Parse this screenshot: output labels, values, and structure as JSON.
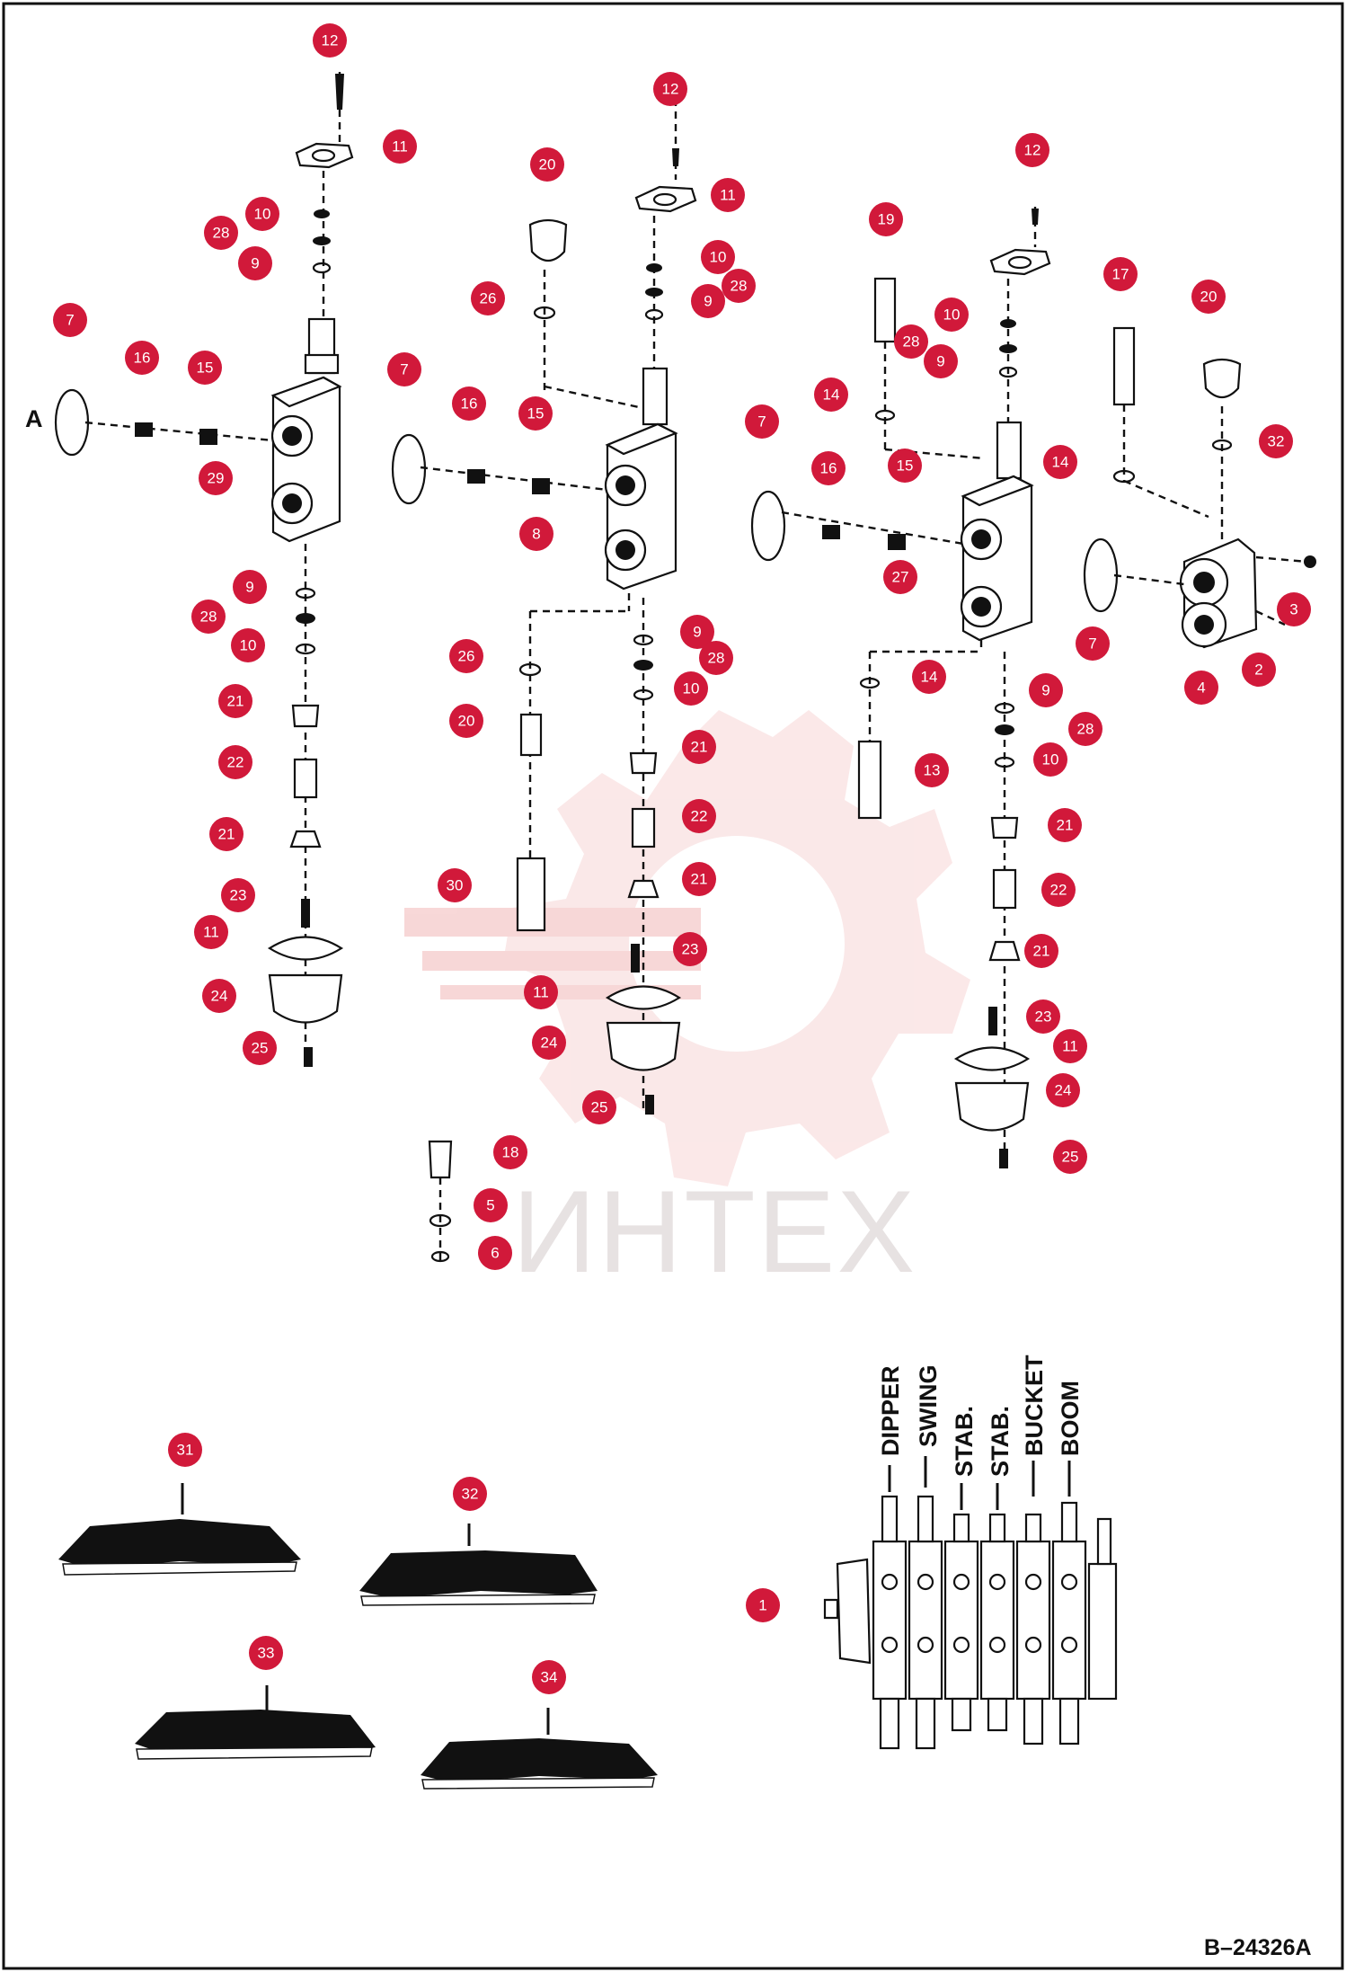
{
  "document_id": "B–24326A",
  "watermark": "ИНТЕХ",
  "view_label": "A",
  "functions": [
    "DIPPER",
    "SWING",
    "STAB.",
    "STAB.",
    "BUCKET",
    "BOOM"
  ],
  "callouts": [
    {
      "n": "12"
    },
    {
      "n": "11"
    },
    {
      "n": "10"
    },
    {
      "n": "28"
    },
    {
      "n": "9"
    },
    {
      "n": "7"
    },
    {
      "n": "16"
    },
    {
      "n": "15"
    },
    {
      "n": "29"
    },
    {
      "n": "9"
    },
    {
      "n": "28"
    },
    {
      "n": "10"
    },
    {
      "n": "21"
    },
    {
      "n": "22"
    },
    {
      "n": "21"
    },
    {
      "n": "23"
    },
    {
      "n": "11"
    },
    {
      "n": "24"
    },
    {
      "n": "25"
    },
    {
      "n": "20"
    },
    {
      "n": "26"
    },
    {
      "n": "12"
    },
    {
      "n": "11"
    },
    {
      "n": "10"
    },
    {
      "n": "28"
    },
    {
      "n": "9"
    },
    {
      "n": "7"
    },
    {
      "n": "16"
    },
    {
      "n": "15"
    },
    {
      "n": "8"
    },
    {
      "n": "26"
    },
    {
      "n": "20"
    },
    {
      "n": "30"
    },
    {
      "n": "9"
    },
    {
      "n": "28"
    },
    {
      "n": "10"
    },
    {
      "n": "21"
    },
    {
      "n": "22"
    },
    {
      "n": "21"
    },
    {
      "n": "23"
    },
    {
      "n": "11"
    },
    {
      "n": "24"
    },
    {
      "n": "25"
    },
    {
      "n": "18"
    },
    {
      "n": "5"
    },
    {
      "n": "6"
    },
    {
      "n": "19"
    },
    {
      "n": "12"
    },
    {
      "n": "10"
    },
    {
      "n": "28"
    },
    {
      "n": "9"
    },
    {
      "n": "14"
    },
    {
      "n": "7"
    },
    {
      "n": "16"
    },
    {
      "n": "15"
    },
    {
      "n": "27"
    },
    {
      "n": "14"
    },
    {
      "n": "13"
    },
    {
      "n": "9"
    },
    {
      "n": "28"
    },
    {
      "n": "10"
    },
    {
      "n": "21"
    },
    {
      "n": "22"
    },
    {
      "n": "21"
    },
    {
      "n": "23"
    },
    {
      "n": "11"
    },
    {
      "n": "24"
    },
    {
      "n": "25"
    },
    {
      "n": "17"
    },
    {
      "n": "20"
    },
    {
      "n": "32"
    },
    {
      "n": "14"
    },
    {
      "n": "7"
    },
    {
      "n": "3"
    },
    {
      "n": "2"
    },
    {
      "n": "4"
    },
    {
      "n": "31"
    },
    {
      "n": "32"
    },
    {
      "n": "33"
    },
    {
      "n": "34"
    },
    {
      "n": "1"
    }
  ]
}
